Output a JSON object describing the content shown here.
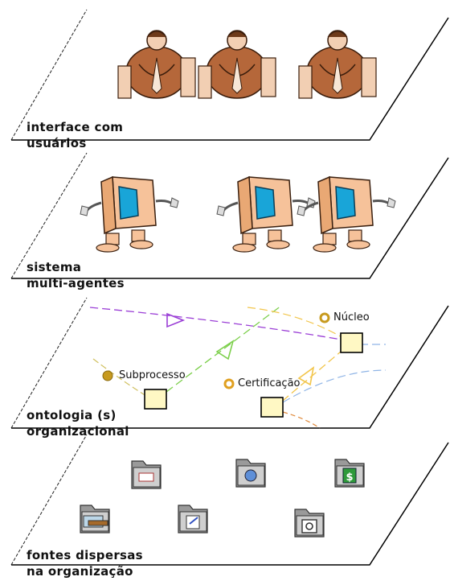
{
  "layers": [
    {
      "label_line1": "interface com",
      "label_line2": "usuários",
      "icon": "person-at-computer-icon"
    },
    {
      "label_line1": "sistema",
      "label_line2": "multi-agentes",
      "icon": "computer-agent-icon"
    },
    {
      "label_line1": "ontologia (s)",
      "label_line2": "organizacional",
      "icon": "ontology-graph"
    },
    {
      "label_line1": "fontes dispersas",
      "label_line2": "na organização",
      "icon": "data-source-folder-icon"
    }
  ],
  "ontology": {
    "nodes": [
      "Núcleo",
      "Subprocesso",
      "Certificação"
    ]
  },
  "colors": {
    "plane_outline": "#000000",
    "person_suit": "#b5673a",
    "computer_body": "#f6c29a",
    "computer_screen": "#19a5d8",
    "node_fill": "#fff8c4",
    "node_dot": "#c79a1e",
    "edge_purple": "#9b3fd6",
    "edge_green": "#7ccf4b",
    "edge_yellow": "#f2c54a",
    "edge_blue": "#8fb4e6"
  }
}
